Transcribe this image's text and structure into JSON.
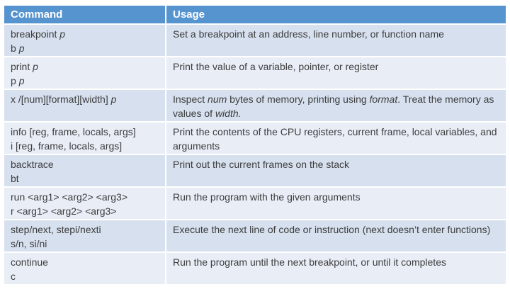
{
  "colors": {
    "header_bg": "#5694d0",
    "header_text": "#ffffff",
    "band_dark": "#d6e0ee",
    "band_light": "#e8edf6",
    "body_text": "#3d3d3d",
    "page_bg": "#ffffff"
  },
  "table": {
    "headers": [
      {
        "label": "Command"
      },
      {
        "label": "Usage"
      }
    ],
    "rows": [
      {
        "command": [
          [
            {
              "text": "breakpoint ",
              "italic": false
            },
            {
              "text": "p",
              "italic": true
            }
          ],
          [
            {
              "text": "b ",
              "italic": false
            },
            {
              "text": "p",
              "italic": true
            }
          ]
        ],
        "usage": [
          {
            "text": "Set a breakpoint at an address, line number, or function name",
            "italic": false
          }
        ]
      },
      {
        "command": [
          [
            {
              "text": "print ",
              "italic": false
            },
            {
              "text": "p",
              "italic": true
            }
          ],
          [
            {
              "text": "p ",
              "italic": false
            },
            {
              "text": "p",
              "italic": true
            }
          ]
        ],
        "usage": [
          {
            "text": "Print the value of a variable, pointer, or register",
            "italic": false
          }
        ]
      },
      {
        "command": [
          [
            {
              "text": "x /[num][format][width] ",
              "italic": false
            },
            {
              "text": "p",
              "italic": true
            }
          ]
        ],
        "usage": [
          {
            "text": "Inspect ",
            "italic": false
          },
          {
            "text": "num",
            "italic": true
          },
          {
            "text": " bytes of memory, printing using ",
            "italic": false
          },
          {
            "text": "format",
            "italic": true
          },
          {
            "text": ". Treat the memory as values of ",
            "italic": false
          },
          {
            "text": "width.",
            "italic": true
          }
        ]
      },
      {
        "command": [
          [
            {
              "text": "info [reg, frame, locals, args]",
              "italic": false
            }
          ],
          [
            {
              "text": "i [reg, frame, locals, args]",
              "italic": false
            }
          ]
        ],
        "usage": [
          {
            "text": "Print the contents of the CPU registers, current frame, local variables, and arguments",
            "italic": false
          }
        ]
      },
      {
        "command": [
          [
            {
              "text": "backtrace",
              "italic": false
            }
          ],
          [
            {
              "text": "bt",
              "italic": false
            }
          ]
        ],
        "usage": [
          {
            "text": "Print out the current frames on the stack",
            "italic": false
          }
        ]
      },
      {
        "command": [
          [
            {
              "text": "run <arg1> <arg2> <arg3>",
              "italic": false
            }
          ],
          [
            {
              "text": "r <arg1> <arg2> <arg3>",
              "italic": false
            }
          ]
        ],
        "usage": [
          {
            "text": "Run the program with the given arguments",
            "italic": false
          }
        ]
      },
      {
        "command": [
          [
            {
              "text": "step/next, stepi/nexti",
              "italic": false
            }
          ],
          [
            {
              "text": "s/n, si/ni",
              "italic": false
            }
          ]
        ],
        "usage": [
          {
            "text": "Execute the next line of code or instruction (next doesn’t enter functions)",
            "italic": false
          }
        ]
      },
      {
        "command": [
          [
            {
              "text": "continue",
              "italic": false
            }
          ],
          [
            {
              "text": "c",
              "italic": false
            }
          ]
        ],
        "usage": [
          {
            "text": "Run the program until the next breakpoint, or until it completes",
            "italic": false
          }
        ]
      }
    ]
  }
}
